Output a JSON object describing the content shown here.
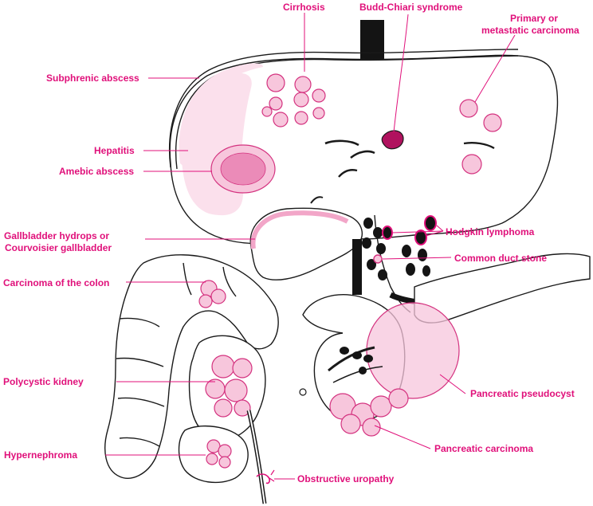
{
  "colors": {
    "label": "#e0107a",
    "ink": "#1a1a1a",
    "lesion": "#f7c6dc",
    "lesion_stroke": "#d4327f"
  },
  "labels": {
    "cirrhosis": "Cirrhosis",
    "budd_chiari": "Budd-Chiari syndrome",
    "primary_carcinoma_1": "Primary or",
    "primary_carcinoma_2": "metastatic carcinoma",
    "subphrenic": "Subphrenic abscess",
    "hepatitis": "Hepatitis",
    "amebic": "Amebic abscess",
    "gallbladder_1": "Gallbladder hydrops or",
    "gallbladder_2": "Courvoisier gallbladder",
    "hodgkin": "Hodgkin lymphoma",
    "common_duct": "Common duct stone",
    "colon_carcinoma": "Carcinoma of the colon",
    "polycystic_kidney": "Polycystic kidney",
    "pancreatic_pseudocyst": "Pancreatic pseudocyst",
    "hypernephroma": "Hypernephroma",
    "pancreatic_carcinoma": "Pancreatic carcinoma",
    "obstructive_uropathy": "Obstructive uropathy"
  }
}
